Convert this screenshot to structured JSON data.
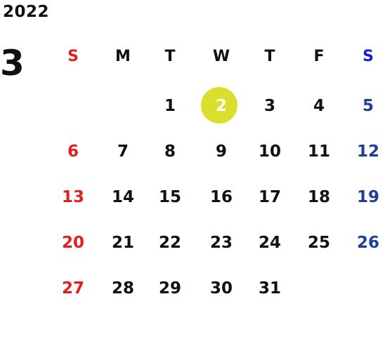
{
  "calendar": {
    "year": "2022",
    "month": "3",
    "today": "2",
    "today_color": "#d9df2a",
    "sunday_color": "#e02020",
    "saturday_color": "#1f3f96",
    "weekdays": [
      "S",
      "M",
      "T",
      "W",
      "T",
      "F",
      "S"
    ],
    "weeks": [
      [
        "",
        "",
        "1",
        "2",
        "3",
        "4",
        "5"
      ],
      [
        "6",
        "7",
        "8",
        "9",
        "10",
        "11",
        "12"
      ],
      [
        "13",
        "14",
        "15",
        "16",
        "17",
        "18",
        "19"
      ],
      [
        "20",
        "21",
        "22",
        "23",
        "24",
        "25",
        "26"
      ],
      [
        "27",
        "28",
        "29",
        "30",
        "31",
        "",
        ""
      ]
    ]
  }
}
